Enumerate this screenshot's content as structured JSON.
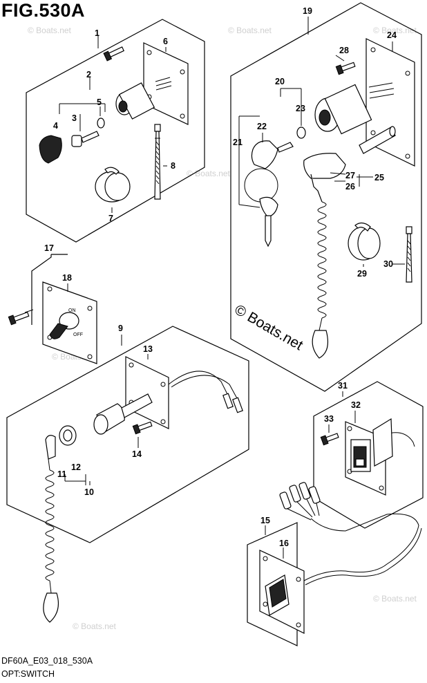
{
  "header": {
    "figure": "FIG.530A"
  },
  "footer": {
    "model_code": "DF60A_E03_018_530A",
    "section_name": "OPT:SWITCH"
  },
  "watermark": {
    "large": "© Boats.net",
    "small": "© Boats.net"
  },
  "callouts": {
    "n1": "1",
    "n2": "2",
    "n3": "3",
    "n4": "4",
    "n5": "5",
    "n6": "6",
    "n7": "7",
    "n8": "8",
    "n9": "9",
    "n10": "10",
    "n11": "11",
    "n12": "12",
    "n13": "13",
    "n14": "14",
    "n15": "15",
    "n16": "16",
    "n17": "17",
    "n18": "18",
    "n19": "19",
    "n20": "20",
    "n21": "21",
    "n22": "22",
    "n23": "23",
    "n24": "24",
    "n25": "25",
    "n26": "26",
    "n27": "27",
    "n28": "28",
    "n29": "29",
    "n30": "30",
    "n31": "31",
    "n32": "32",
    "n33": "33"
  },
  "switch_text": {
    "on": "ON",
    "off": "OFF"
  },
  "colors": {
    "line": "#000000",
    "background": "#ffffff",
    "watermark": "#cfcfcf"
  }
}
